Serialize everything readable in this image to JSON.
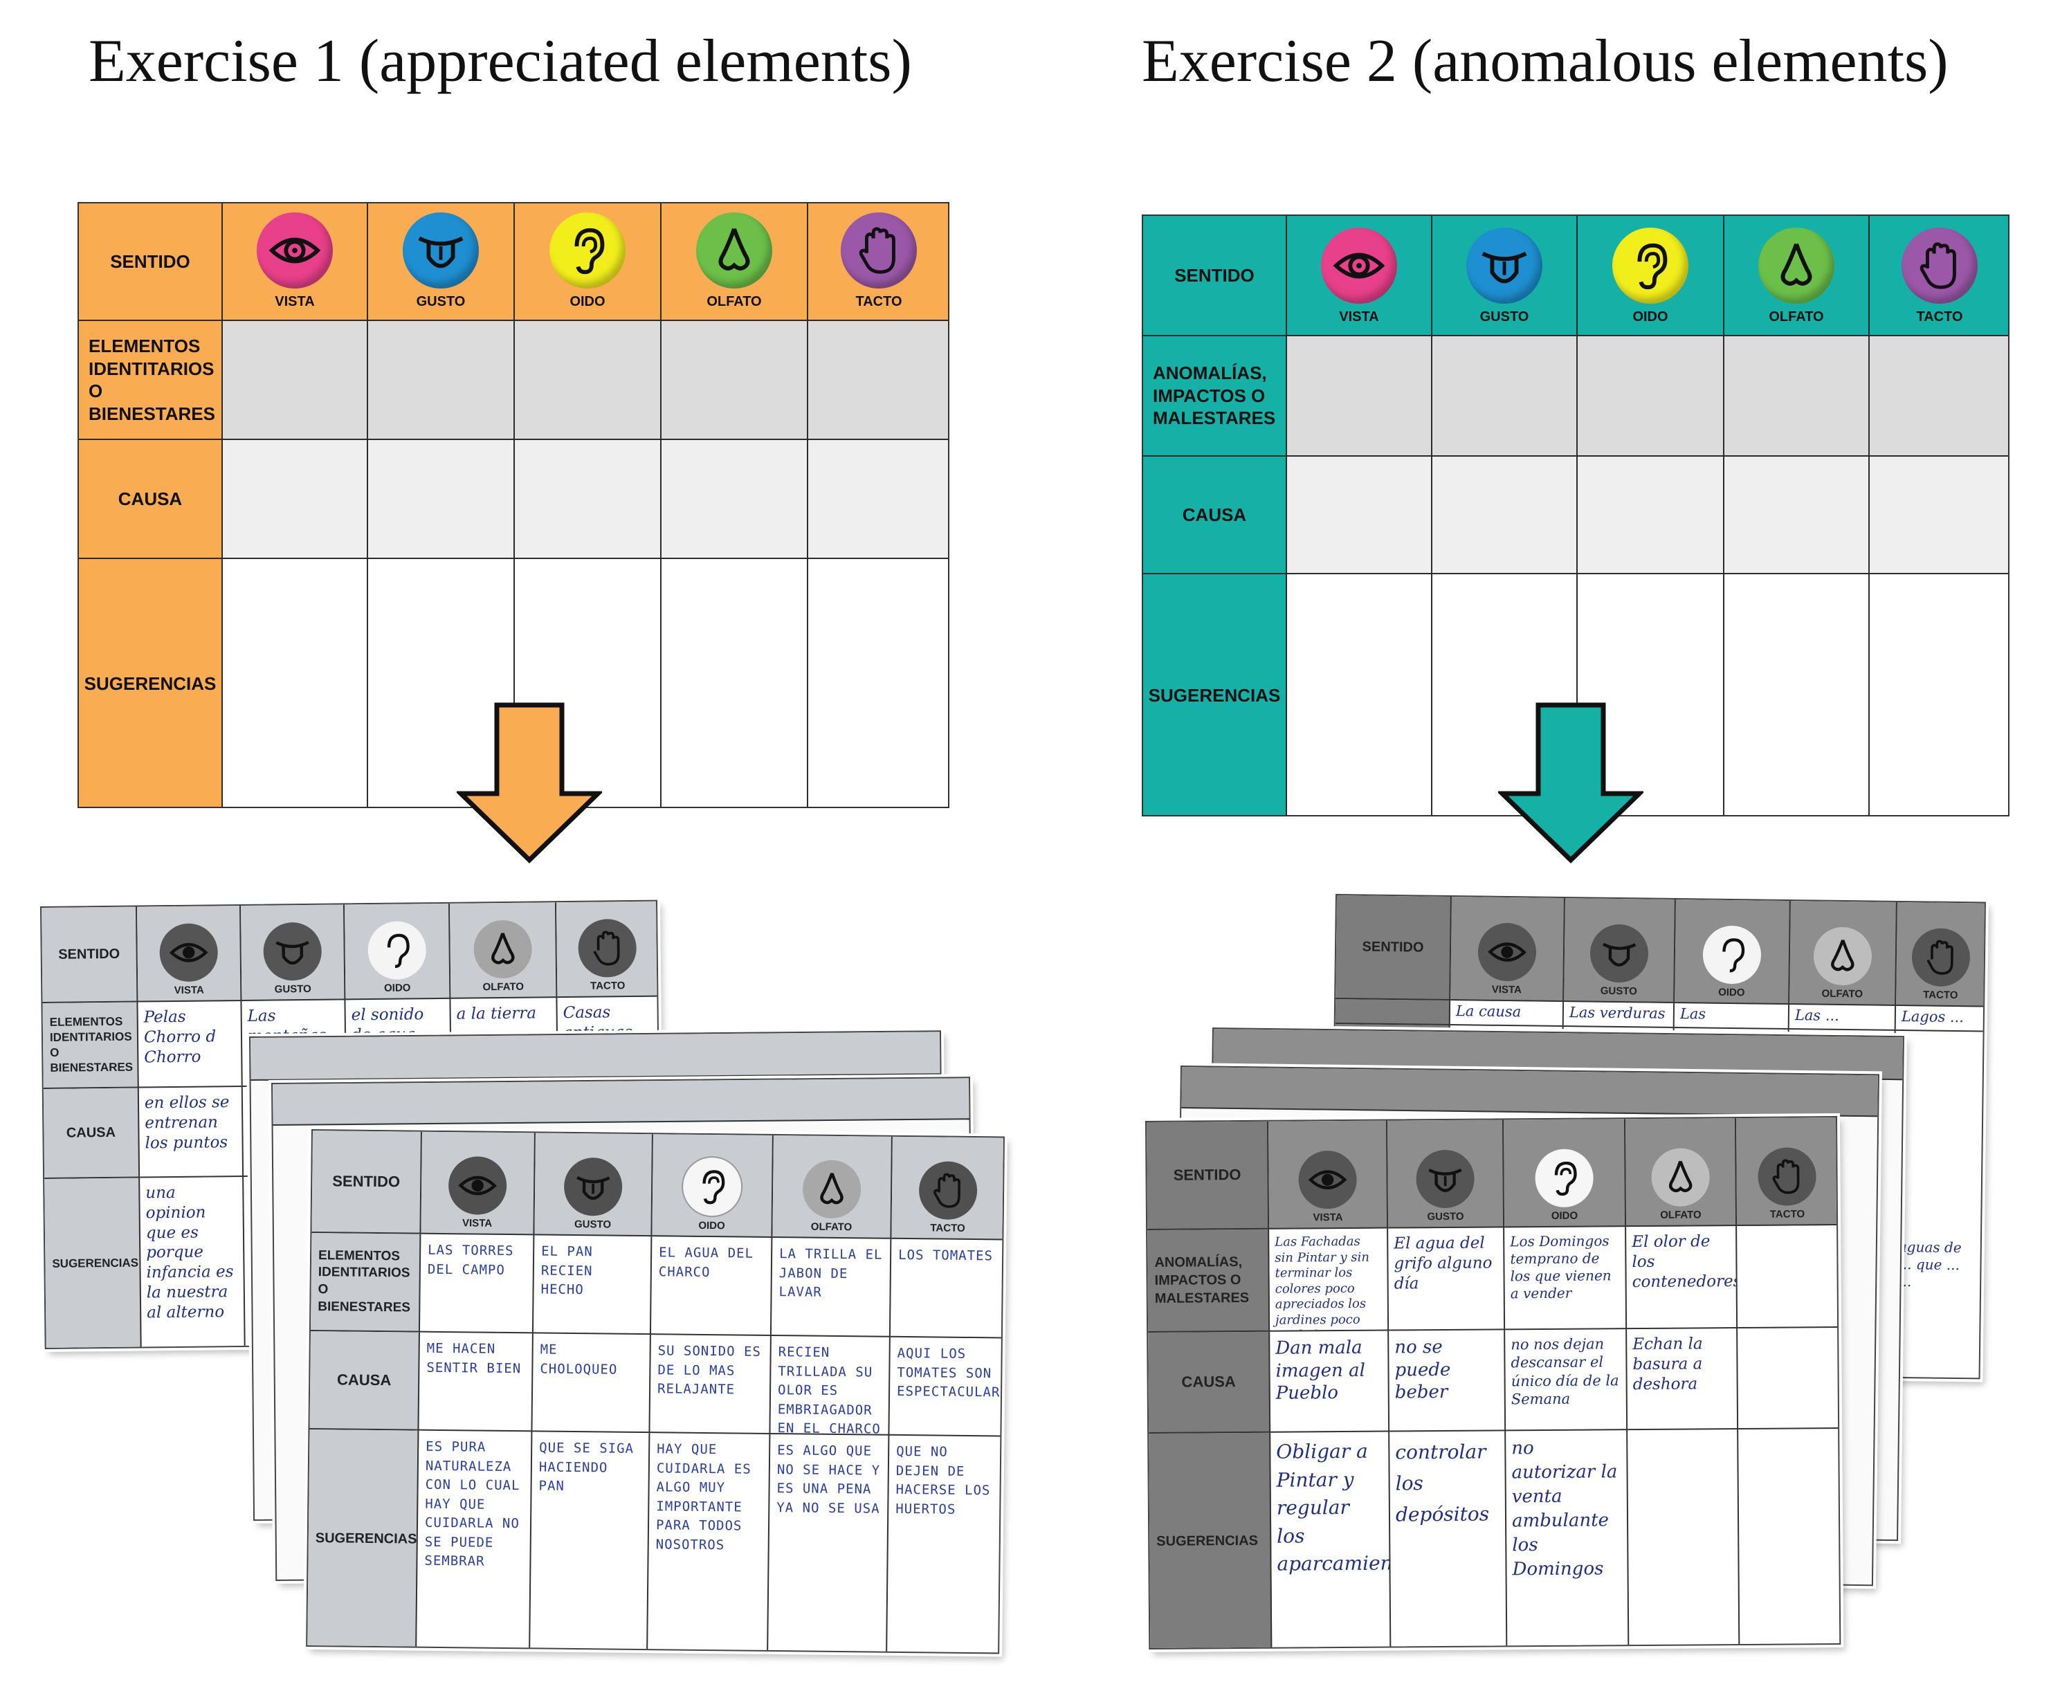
{
  "titles": {
    "exercise1": "Exercise 1 (appreciated elements)",
    "exercise2": "Exercise 2 (anomalous elements)"
  },
  "senses": [
    {
      "label": "VISTA",
      "icon": "eye-icon",
      "color": "#e8408a"
    },
    {
      "label": "GUSTO",
      "icon": "tongue-icon",
      "color": "#1e8fd0"
    },
    {
      "label": "OIDO",
      "icon": "ear-icon",
      "color": "#f2ee1c"
    },
    {
      "label": "OLFATO",
      "icon": "nose-icon",
      "color": "#6cc04a"
    },
    {
      "label": "TACTO",
      "icon": "hand-icon",
      "color": "#9b58a8"
    }
  ],
  "template1": {
    "header_label": "SENTIDO",
    "row1_label": "ELEMENTOS IDENTITARIOS O BIENESTARES",
    "row2_label": "CAUSA",
    "row3_label": "SUGERENCIAS",
    "accent": "#f9ac52"
  },
  "template2": {
    "header_label": "SENTIDO",
    "row1_label": "ANOMALÍAS, IMPACTOS O MALESTARES",
    "row2_label": "CAUSA",
    "row3_label": "SUGERENCIAS",
    "accent": "#15b1a7"
  },
  "filled1_back": {
    "row1": [
      "Pelas Chorro d Chorro",
      "Las montañas y el amanecer",
      "el sonido de agua",
      "a la tierra",
      "Casas antiguas en la calle"
    ],
    "row2": [
      "en ellos se entrenan los puntos",
      "",
      "",
      "",
      ""
    ],
    "row3": [
      "una opinion que es porque infancia es la nuestra al alterno",
      "",
      "",
      "",
      ""
    ]
  },
  "filled1_front": {
    "row1": [
      "LAS TORRES DEL CAMPO",
      "EL PAN RECIEN HECHO",
      "EL AGUA DEL CHARCO",
      "LA TRILLA EL JABON DE LAVAR",
      "LOS TOMATES"
    ],
    "row2": [
      "ME HACEN SENTIR BIEN",
      "ME CHOLOQUEO",
      "SU SONIDO ES DE LO MAS RELAJANTE",
      "RECIEN TRILLADA SU OLOR ES EMBRIAGADOR EN EL CHARCO",
      "AQUI LOS TOMATES SON ESPECTACULARES"
    ],
    "row3": [
      "ES PURA NATURALEZA CON LO CUAL HAY QUE CUIDARLA NO SE PUEDE SEMBRAR",
      "QUE SE SIGA HACIENDO PAN",
      "HAY QUE CUIDARLA ES ALGO MUY IMPORTANTE PARA TODOS NOSOTROS",
      "ES ALGO QUE NO SE HACE Y ES UNA PENA YA NO SE USA",
      "QUE NO DEJEN DE HACERSE LOS HUERTOS"
    ]
  },
  "filled2_back": {
    "row1": [
      "La causa",
      "Las verduras",
      "Las campanas",
      "Las ...",
      "Lagos ..."
    ],
    "side": "aguas de ... que ... ..."
  },
  "filled2_front": {
    "row1": [
      "Las Fachadas sin Pintar y sin terminar los colores poco apreciados los jardines poco cuidados",
      "El agua del grifo alguno día",
      "Los Domingos temprano de los que vienen a vender",
      "El olor de los contenedores",
      ""
    ],
    "row2": [
      "Dan mala imagen al Pueblo",
      "no se puede beber",
      "no nos dejan descansar el único día de la Semana",
      "Echan la basura a deshora",
      ""
    ],
    "row3": [
      "Obligar a Pintar y regular los aparcamientos",
      "controlar los depósitos",
      "no autorizar la venta ambulante los Domingos",
      "",
      ""
    ]
  }
}
